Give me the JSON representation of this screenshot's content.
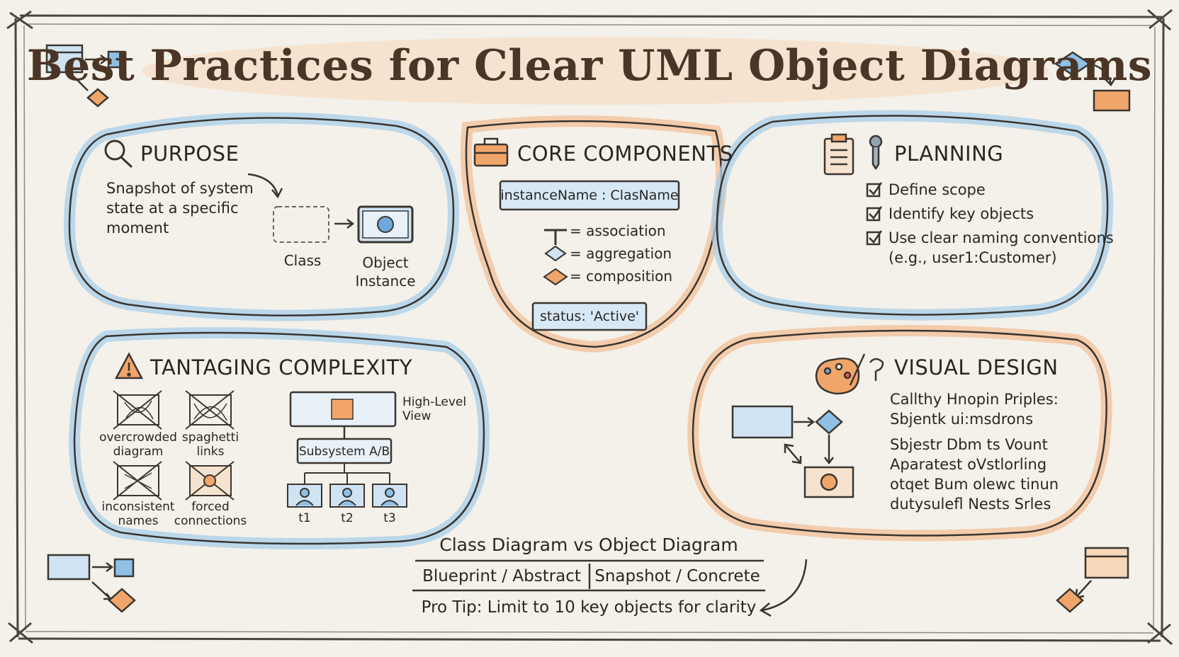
{
  "title": "Best Practices for Clear UML Object Diagrams",
  "purpose": {
    "heading": "PURPOSE",
    "text": "Snapshot of system\nstate at a specific\nmoment",
    "class_label": "Class",
    "object_label": "Object\nInstance"
  },
  "core": {
    "heading": "CORE COMPONENTS",
    "instance_box": "instanceName : ClasName",
    "legend": [
      "= association",
      "= aggregation",
      "= composition"
    ],
    "status_box": "status: 'Active'"
  },
  "planning": {
    "heading": "PLANNING",
    "items": [
      "Define scope",
      "Identify key objects",
      "Use clear naming conventions\n(e.g., user1:Customer)"
    ]
  },
  "complexity": {
    "heading": "TANTAGING COMPLEXITY",
    "anti_patterns": [
      "overcrowded\ndiagram",
      "spaghetti\nlinks",
      "inconsistent\nnames",
      "forced\nconnections"
    ],
    "high_level": "High-Level\nView",
    "subsystem": "Subsystem A/B",
    "timeline": [
      "t1",
      "t2",
      "t3"
    ]
  },
  "visual": {
    "heading": "VISUAL DESIGN",
    "lines": [
      "Callthy Hnopin Priples:",
      "Sbjentk ui:msdrons",
      "Sbjestr Dbm ts Vount",
      "Aparatest oVstlorling",
      "otqet Bum olewc tinun",
      "dutysulefl Nests Srles"
    ]
  },
  "compare": {
    "heading": "Class Diagram vs Object Diagram",
    "left": "Blueprint / Abstract",
    "right": "Snapshot / Concrete",
    "tip": "Pro Tip: Limit to 10 key objects for clarity"
  },
  "colors": {
    "blue": "#8fc0e6",
    "orange": "#f0a56a",
    "ink": "#3a3530"
  }
}
